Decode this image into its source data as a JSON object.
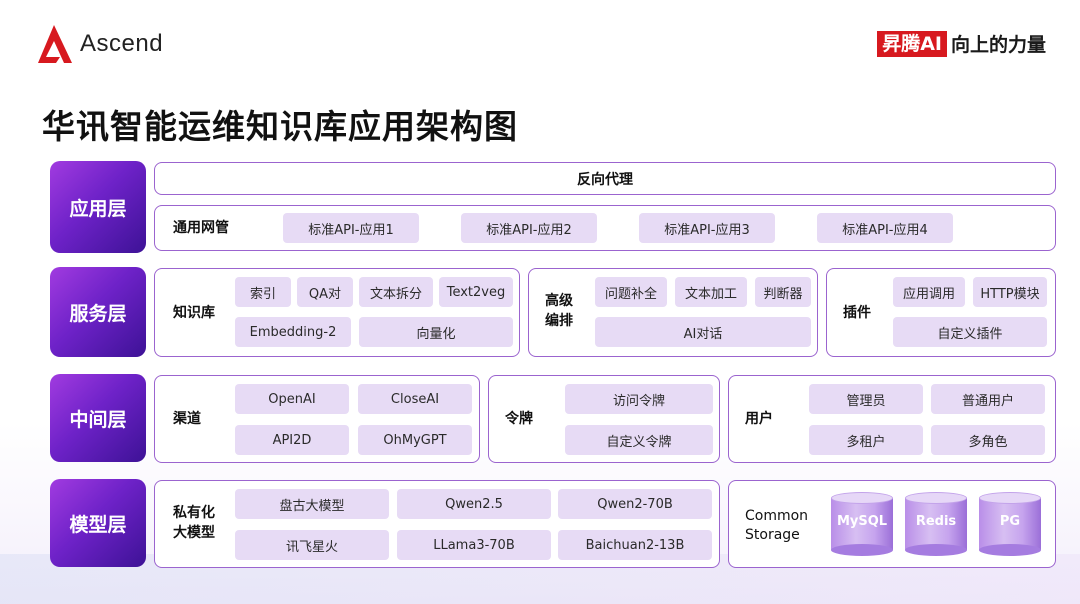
{
  "header": {
    "logo_text": "Ascend",
    "slogan_box": "昇腾AI",
    "slogan_rest": "向上的力量"
  },
  "title": "华讯智能运维知识库应用架构图",
  "layers": {
    "app": {
      "label": "应用层",
      "reverse_proxy": "反向代理",
      "gateway_label": "通用网管",
      "apis": [
        "标准API-应用1",
        "标准API-应用2",
        "标准API-应用3",
        "标准API-应用4"
      ]
    },
    "service": {
      "label": "服务层",
      "kb_label": "知识库",
      "kb_items": [
        "索引",
        "QA对",
        "文本拆分",
        "Text2veg",
        "Embedding-2",
        "向量化"
      ],
      "orch_label_1": "高级",
      "orch_label_2": "编排",
      "orch_items": [
        "问题补全",
        "文本加工",
        "判断器",
        "AI对话"
      ],
      "plugin_label": "插件",
      "plugin_items": [
        "应用调用",
        "HTTP模块",
        "自定义插件"
      ]
    },
    "middle": {
      "label": "中间层",
      "channel_label": "渠道",
      "channel_items": [
        "OpenAI",
        "CloseAI",
        "API2D",
        "OhMyGPT"
      ],
      "token_label": "令牌",
      "token_items": [
        "访问令牌",
        "自定义令牌"
      ],
      "user_label": "用户",
      "user_items": [
        "管理员",
        "普通用户",
        "多租户",
        "多角色"
      ]
    },
    "model": {
      "label": "模型层",
      "private_label_1": "私有化",
      "private_label_2": "大模型",
      "models": [
        "盘古大模型",
        "Qwen2.5",
        "Qwen2-70B",
        "讯飞星火",
        "LLama3-70B",
        "Baichuan2-13B"
      ],
      "storage_label_1": "Common",
      "storage_label_2": "Storage",
      "storage_items": [
        "MySQL",
        "Redis",
        "PG"
      ]
    }
  },
  "colors": {
    "accent": "#7a2ad0",
    "chip": "#e7dbf5",
    "border": "#9b64cf",
    "brand_red": "#d7191f"
  }
}
